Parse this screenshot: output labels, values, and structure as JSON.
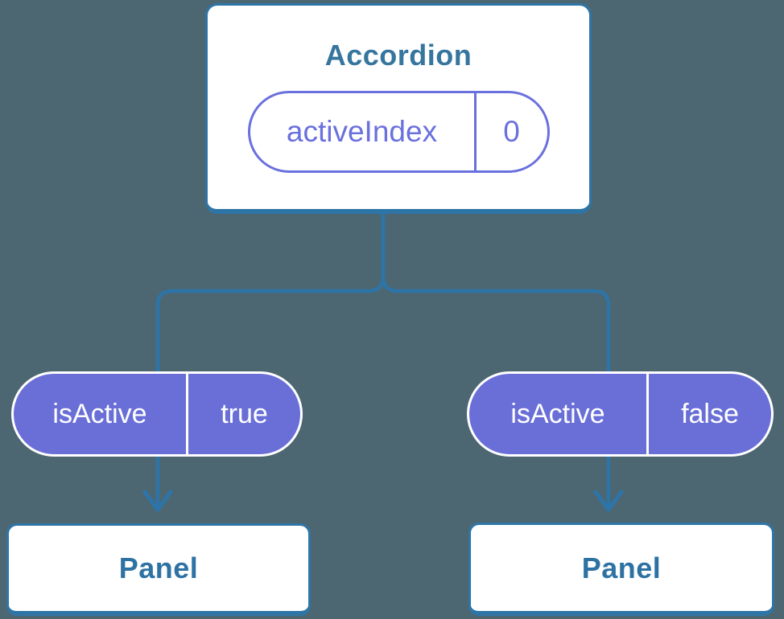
{
  "diagram": {
    "parent": {
      "title": "Accordion",
      "state_pill": {
        "label": "activeIndex",
        "value": "0"
      }
    },
    "children": [
      {
        "prop_pill": {
          "label": "isActive",
          "value": "true"
        },
        "box_label": "Panel"
      },
      {
        "prop_pill": {
          "label": "isActive",
          "value": "false"
        },
        "box_label": "Panel"
      }
    ],
    "colors": {
      "background": "#4d6772",
      "connector": "#2d74a8",
      "card_background": "#ffffff",
      "card_border": "#2e75a7",
      "parent_title_text": "#35759e",
      "panel_label_text": "#2e72a4",
      "state_pill_accent": "#6a70dd",
      "prop_pill_fill": "#6a6fd8",
      "prop_pill_text": "#ffffff"
    }
  }
}
